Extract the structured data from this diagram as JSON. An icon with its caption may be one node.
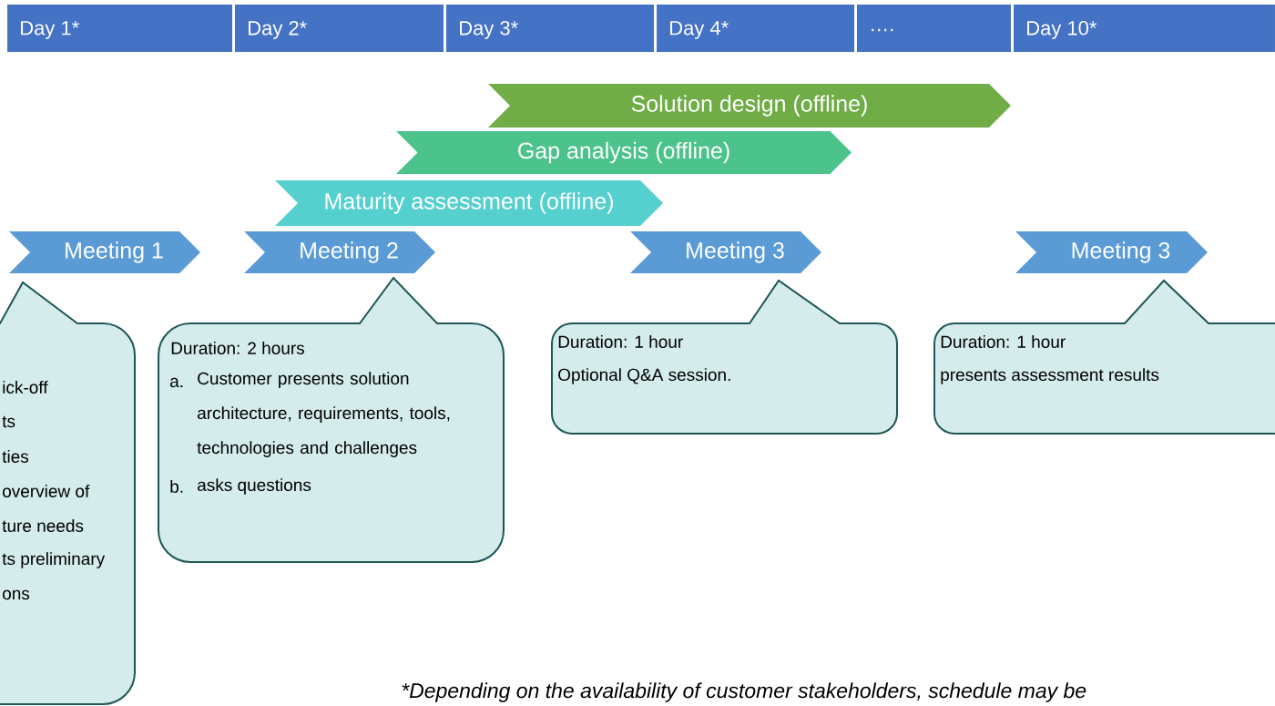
{
  "diagram": {
    "nodes": [
      {
        "text": [
          "Day 1*"
        ]
      },
      {
        "text": [
          "Day 2*"
        ]
      },
      {
        "text": [
          "Day 3*"
        ]
      },
      {
        "text": [
          "Day 4*"
        ]
      },
      {
        "text": [
          "…."
        ]
      },
      {
        "text": [
          "Day 10*"
        ]
      },
      {
        "text": [
          "Solution design (offline)"
        ]
      },
      {
        "text": [
          "Gap analysis (offline)"
        ]
      },
      {
        "text": [
          "Maturity assessment (offline)"
        ]
      },
      {
        "text": [
          "Meeting 1"
        ]
      },
      {
        "text": [
          "Meeting 2"
        ]
      },
      {
        "text": [
          "Meeting 3"
        ]
      },
      {
        "text": [
          "Meeting 3"
        ]
      },
      {
        "text": [
          "ick-off",
          "ts",
          "ties",
          "overview of",
          "ture needs",
          "ts preliminary",
          "ons"
        ]
      },
      {
        "text": [
          "Duration: 2 hours",
          "a.",
          "Customer presents solution architecture, requirements, tools, technologies and challenges",
          "b.",
          "asks questions"
        ]
      },
      {
        "text": [
          "Duration: 1 hour",
          "Optional Q&A session."
        ]
      },
      {
        "text": [
          "Duration: 1 hour",
          "presents assessment results"
        ]
      }
    ],
    "labels": [
      "*Depending on the availability of customer stakeholders, schedule may be"
    ]
  }
}
